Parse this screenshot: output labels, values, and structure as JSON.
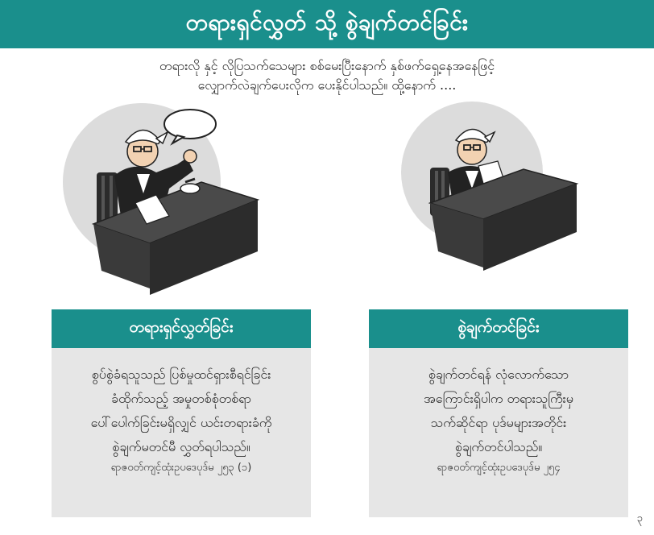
{
  "header": {
    "title": "တရားရှင်လွှတ် သို့ စွဲချက်တင်ခြင်း"
  },
  "intro": {
    "line1": "တရားလို နှင့် လိုပြသက်သေများ စစ်မေးပြီးနောက် နှစ်ဖက်ရှေ့နေအနေဖြင့်",
    "line2": "လျှောက်လဲချက်ပေးလိုက ပေးနိုင်ပါသည်။ ထို့နောက် ...."
  },
  "cards": [
    {
      "title": "တရားရှင်လွှတ်ခြင်း",
      "lines": [
        "စွပ်စွဲခံရသူသည် ပြစ်မှုထင်ရှားစီရင်ခြင်း",
        "ခံထိုက်သည့် အမှုတစ်စုံတစ်ရာ",
        "ပေါ်ပေါက်ခြင်းမရှိလျှင် ယင်းတရားခံကို",
        "စွဲချက်မတင်မီ လွှတ်ရပါသည်။"
      ],
      "reference": "ရာဇဝတ်ကျင့်ထုံးဥပဒေပုဒ်မ ၂၅၃ (၁)"
    },
    {
      "title": "စွဲချက်တင်ခြင်း",
      "lines": [
        "စွဲချက်တင်ရန် လုံလောက်သော",
        "အကြောင်းရှိပါက တရားသူကြီးမှ",
        "သက်ဆိုင်ရာ ပုဒ်မများအတိုင်း",
        "စွဲချက်တင်ပါသည်။"
      ],
      "reference": "ရာဇဝတ်ကျင့်ထုံးဥပဒေပုဒ်မ ၂၅၄"
    }
  ],
  "footer": {
    "page_number": "၃"
  },
  "colors": {
    "teal": "#1a8f8c",
    "card_bg": "#e6e6e6",
    "circle_bg": "#dcdcdc",
    "desk": "#3c3c3c"
  },
  "icons": [
    "judge-illustration",
    "speech-bubble-icon",
    "gavel-icon",
    "document-icon"
  ]
}
